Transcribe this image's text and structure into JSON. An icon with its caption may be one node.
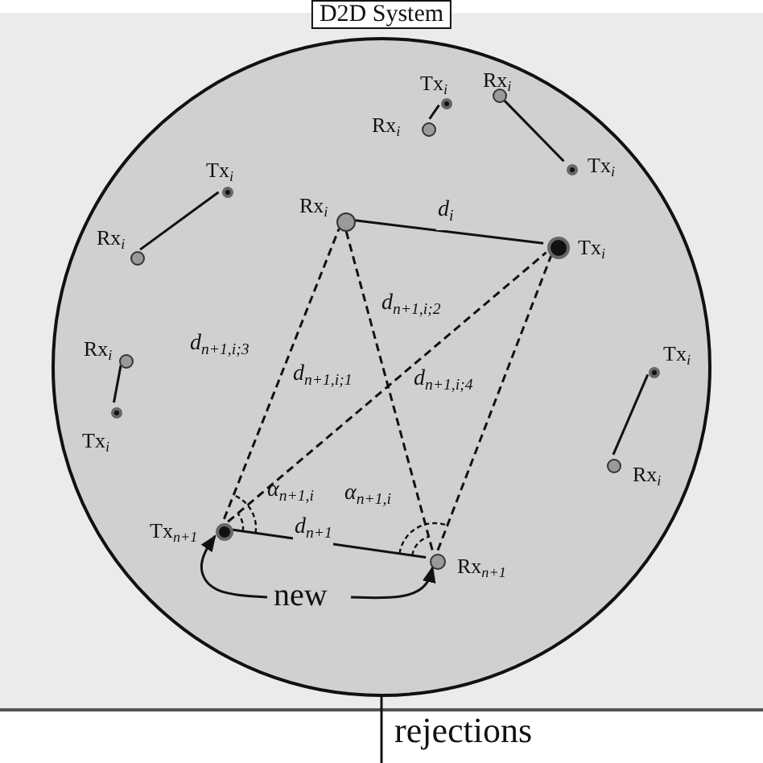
{
  "diagram": {
    "nodes": [
      {
        "text": [
          "D2D System"
        ]
      },
      {
        "text": [],
        "shape": "circle",
        "in": 0
      },
      {
        "text": [
          "Tx$_{i}$"
        ],
        "in": 1
      },
      {
        "text": [
          "Rx$_{i}$"
        ],
        "in": 1
      },
      {
        "text": [
          "Rx$_{i}$"
        ],
        "in": 1
      },
      {
        "text": [
          "Tx$_{i}$"
        ],
        "in": 1
      },
      {
        "text": [
          "Tx$_{i}$"
        ],
        "in": 1
      },
      {
        "text": [
          "Rx$_{i}$"
        ],
        "in": 1
      },
      {
        "text": [
          "Rx$_{i}$"
        ],
        "in": 1
      },
      {
        "text": [
          "Tx$_{i}$"
        ],
        "in": 1
      },
      {
        "text": [
          "Rx$_{i}$"
        ],
        "in": 1
      },
      {
        "text": [
          "Tx$_{i}$"
        ],
        "in": 1
      },
      {
        "text": [
          "Tx$_{i}$"
        ],
        "in": 1
      },
      {
        "text": [
          "Rx$_{i}$"
        ],
        "in": 1
      },
      {
        "text": [
          "Tx$_{n+1}$"
        ],
        "in": 1
      },
      {
        "text": [
          "Rx$_{n+1}$"
        ],
        "in": 1
      },
      {
        "text": [
          "new"
        ],
        "in": 1
      }
    ],
    "edges": [
      {
        "from": 2,
        "to": 3,
        "arrow": "none"
      },
      {
        "from": 5,
        "to": 4,
        "arrow": "none"
      },
      {
        "from": 6,
        "to": 7,
        "arrow": "none"
      },
      {
        "from": 9,
        "to": 8,
        "arrow": "none",
        "label": "*d*$_{i}$"
      },
      {
        "from": 11,
        "to": 10,
        "arrow": "none"
      },
      {
        "from": 12,
        "to": 13,
        "arrow": "none"
      },
      {
        "from": 14,
        "to": 15,
        "arrow": "none",
        "label": "*d*$_{n+1}$"
      },
      {
        "from": 14,
        "to": 8,
        "arrow": "none",
        "style": "dashed",
        "label": "*d*$_{n+1,i;3}$"
      },
      {
        "from": 15,
        "to": 8,
        "arrow": "none",
        "style": "dashed",
        "label": "*d*$_{n+1,i;1}$"
      },
      {
        "from": 14,
        "to": 9,
        "arrow": "none",
        "style": "dashed",
        "label": "*d*$_{n+1,i;2}$"
      },
      {
        "from": 15,
        "to": 9,
        "arrow": "none",
        "style": "dashed",
        "label": "*d*$_{n+1,i;4}$"
      },
      {
        "from": 16,
        "to": 14,
        "arrow": "to"
      },
      {
        "from": 16,
        "to": 15,
        "arrow": "to"
      },
      {
        "from": 1,
        "to": null,
        "arrow": "none",
        "label": "rejections"
      }
    ],
    "labels": [
      "*α*$_{n+1,i}$",
      "*α*$_{n+1,i}$"
    ]
  }
}
